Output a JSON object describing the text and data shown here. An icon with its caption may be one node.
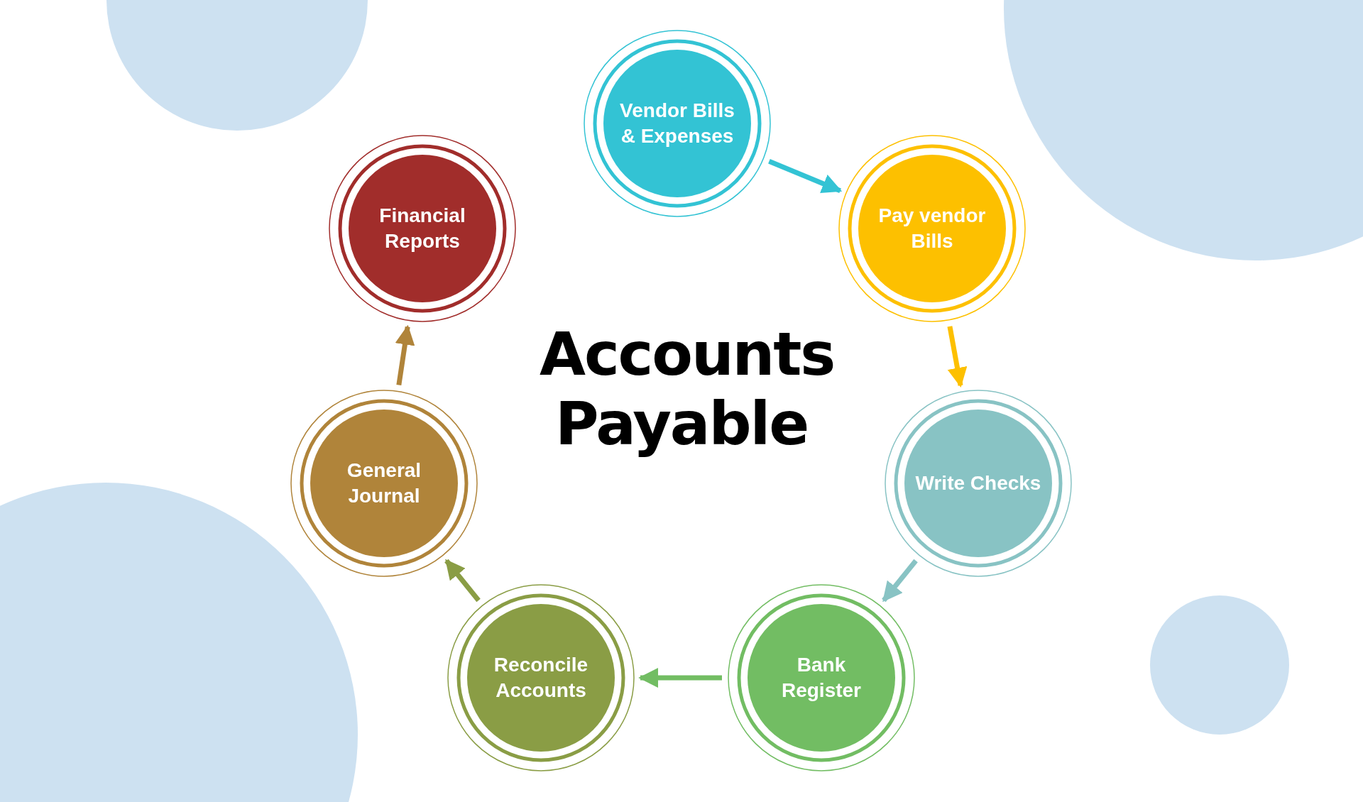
{
  "diagram": {
    "title": "Accounts Payable",
    "nodes": [
      {
        "text": [
          "Vendor Bills & Expenses"
        ]
      },
      {
        "text": [
          "Pay vendor Bills"
        ]
      },
      {
        "text": [
          "Write Checks"
        ]
      },
      {
        "text": [
          "Bank Register"
        ]
      },
      {
        "text": [
          "Reconcile Accounts"
        ]
      },
      {
        "text": [
          "General Journal"
        ]
      },
      {
        "text": [
          "Financial Reports"
        ]
      }
    ],
    "edges": [
      {
        "from": 0,
        "to": 1,
        "arrow": "to",
        "color": "#33c3d4"
      },
      {
        "from": 1,
        "to": 2,
        "arrow": "to",
        "color": "#fdc000"
      },
      {
        "from": 2,
        "to": 3,
        "arrow": "to",
        "color": "#88c3c4"
      },
      {
        "from": 3,
        "to": 4,
        "arrow": "to",
        "color": "#72bd63"
      },
      {
        "from": 4,
        "to": 5,
        "arrow": "to",
        "color": "#8a9d45"
      },
      {
        "from": 5,
        "to": 6,
        "arrow": "to",
        "color": "#b0843a"
      }
    ]
  }
}
